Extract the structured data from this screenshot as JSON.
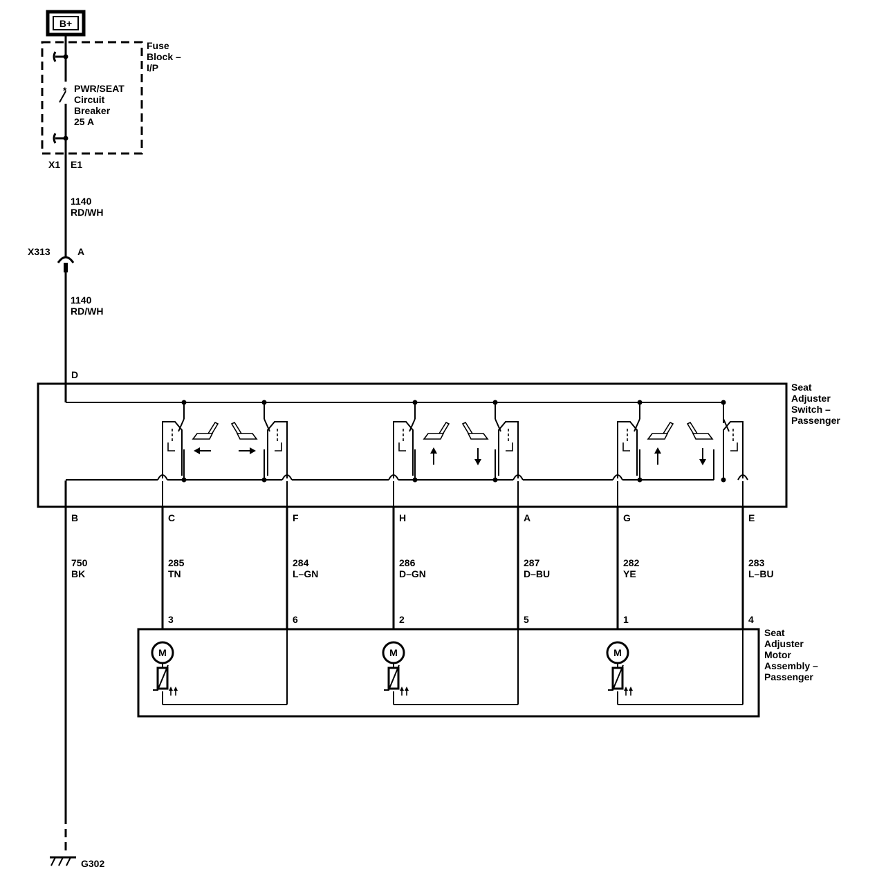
{
  "power": {
    "label": "B+"
  },
  "fuse_block": {
    "name_lines": [
      "Fuse",
      "Block –",
      "I/P"
    ],
    "breaker_lines": [
      "PWR/SEAT",
      "Circuit",
      "Breaker",
      "25 A"
    ],
    "connector": "X1",
    "pin": "E1"
  },
  "wire_upper": {
    "circuit": "1140",
    "color": "RD/WH"
  },
  "inline_connector": {
    "name": "X313",
    "pin": "A"
  },
  "wire_lower": {
    "circuit": "1140",
    "color": "RD/WH"
  },
  "switch": {
    "name_lines": [
      "Seat",
      "Adjuster",
      "Switch –",
      "Passenger"
    ],
    "input_pin": "D"
  },
  "motor_assembly": {
    "name_lines": [
      "Seat",
      "Adjuster",
      "Motor",
      "Assembly –",
      "Passenger"
    ],
    "motor_symbol": "M"
  },
  "wires": [
    {
      "switch_pin": "B",
      "circuit": "750",
      "color": "BK",
      "motor_pin": ""
    },
    {
      "switch_pin": "C",
      "circuit": "285",
      "color": "TN",
      "motor_pin": "3"
    },
    {
      "switch_pin": "F",
      "circuit": "284",
      "color": "L–GN",
      "motor_pin": "6"
    },
    {
      "switch_pin": "H",
      "circuit": "286",
      "color": "D–GN",
      "motor_pin": "2"
    },
    {
      "switch_pin": "A",
      "circuit": "287",
      "color": "D–BU",
      "motor_pin": "5"
    },
    {
      "switch_pin": "G",
      "circuit": "282",
      "color": "YE",
      "motor_pin": "1"
    },
    {
      "switch_pin": "E",
      "circuit": "283",
      "color": "L–BU",
      "motor_pin": "4"
    }
  ],
  "ground": {
    "label": "G302"
  }
}
